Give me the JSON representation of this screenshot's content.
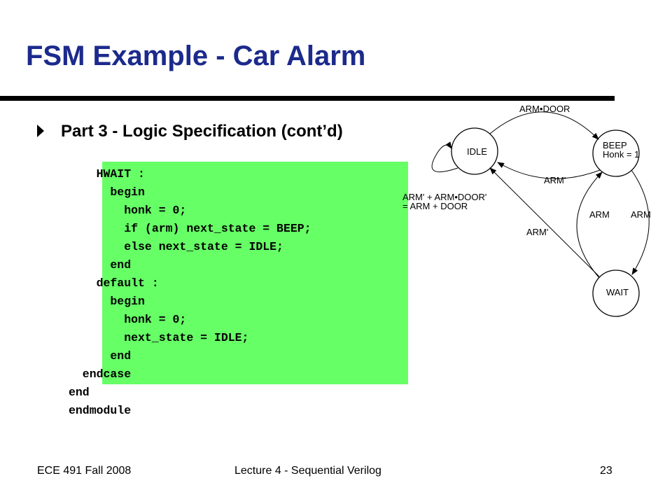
{
  "title": "FSM Example - Car Alarm",
  "bullet": "Part 3 - Logic Specification (cont’d)",
  "code_lines": [
    "    HWAIT :",
    "      begin",
    "        honk = 0;",
    "        if (arm) next_state = BEEP;",
    "        else next_state = IDLE;",
    "      end",
    "    default :",
    "      begin",
    "        honk = 0;",
    "        next_state = IDLE;",
    "      end",
    "  endcase",
    "end",
    "endmodule"
  ],
  "diagram": {
    "states": {
      "idle": "IDLE",
      "beep": "BEEP",
      "beep_output": "Honk = 1",
      "wait": "WAIT"
    },
    "transitions": {
      "idle_to_beep": "ARM•DOOR",
      "beep_to_idle": "ARM'",
      "idle_self_line1": "ARM' + ARM•DOOR'",
      "idle_self_line2": "= ARM + DOOR",
      "wait_to_idle": "ARM'",
      "beep_to_wait": "ARM",
      "wait_to_beep": "ARM"
    }
  },
  "footer": {
    "course": "ECE 491 Fall 2008",
    "lecture": "Lecture 4 - Sequential Verilog",
    "page": "23"
  },
  "colors": {
    "title": "#1c2a8c",
    "code_background": "#66ff66"
  }
}
